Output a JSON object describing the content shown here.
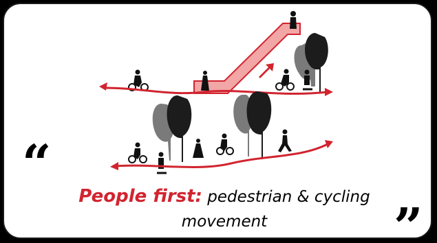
{
  "caption": {
    "emphasis": "People first:",
    "line1_rest": "pedestrian & cycling",
    "line2": "movement"
  },
  "quote_marks": {
    "open": "“",
    "close": "”"
  },
  "colors": {
    "accent_red": "#d1242f",
    "escalator_fill": "#f2a6a6",
    "tree_dark": "#1c1c1c",
    "tree_mid": "#7a7a7a",
    "background": "#ffffff",
    "frame": "#000000"
  },
  "icons": [
    "cyclist-icon",
    "walker-icon",
    "scooter-rider-icon",
    "tree-icon",
    "escalator-icon",
    "upward-arrow-icon",
    "two-way-path-icon"
  ]
}
